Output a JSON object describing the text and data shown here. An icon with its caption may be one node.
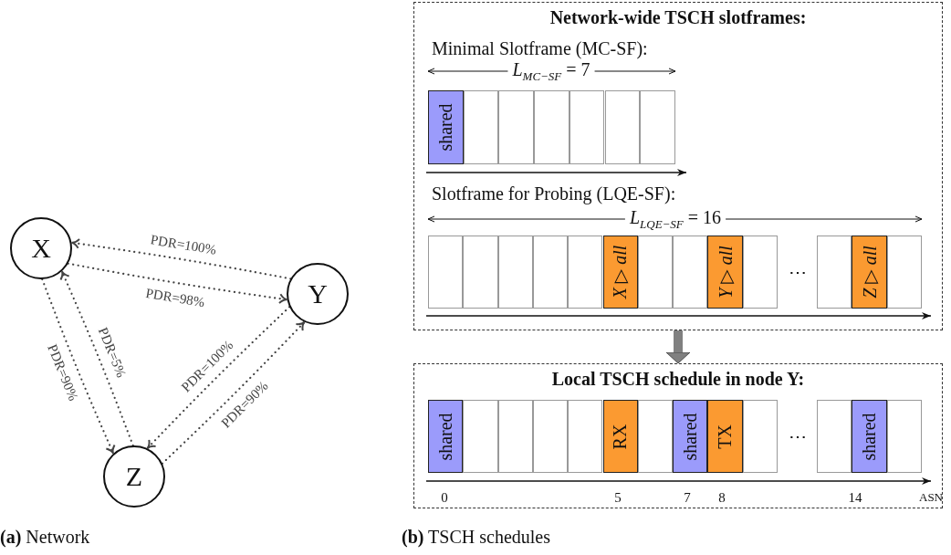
{
  "diagram": {
    "nodes": [
      {
        "text": [
          "X"
        ]
      },
      {
        "text": [
          "Y"
        ]
      },
      {
        "text": [
          "Z"
        ]
      },
      {
        "text": [
          "Network-wide TSCH slotframes:"
        ]
      },
      {
        "text": [
          "shared"
        ],
        "in": 3
      },
      {
        "text": [],
        "shape": "box",
        "in": 3
      },
      {
        "text": [],
        "shape": "box",
        "in": 3
      },
      {
        "text": [],
        "shape": "box",
        "in": 3
      },
      {
        "text": [],
        "shape": "box",
        "in": 3
      },
      {
        "text": [],
        "shape": "box",
        "in": 3
      },
      {
        "text": [],
        "shape": "box",
        "in": 3
      },
      {
        "text": [],
        "shape": "box",
        "in": 3
      },
      {
        "text": [],
        "shape": "box",
        "in": 3
      },
      {
        "text": [],
        "shape": "box",
        "in": 3
      },
      {
        "text": [],
        "shape": "box",
        "in": 3
      },
      {
        "text": [],
        "shape": "box",
        "in": 3
      },
      {
        "text": [
          "X ▷ all"
        ],
        "in": 3
      },
      {
        "text": [],
        "shape": "box",
        "in": 3
      },
      {
        "text": [],
        "shape": "box",
        "in": 3
      },
      {
        "text": [
          "Y ▷ all"
        ],
        "in": 3
      },
      {
        "text": [],
        "shape": "box",
        "in": 3
      },
      {
        "text": [],
        "shape": "box",
        "in": 3
      },
      {
        "text": [
          "Z ▷ all"
        ],
        "in": 3
      },
      {
        "text": [],
        "shape": "box",
        "in": 3
      },
      {
        "text": [
          "Local TSCH schedule in node Y:"
        ]
      },
      {
        "text": [
          "shared"
        ],
        "in": 24
      },
      {
        "text": [],
        "shape": "box",
        "in": 24
      },
      {
        "text": [],
        "shape": "box",
        "in": 24
      },
      {
        "text": [],
        "shape": "box",
        "in": 24
      },
      {
        "text": [],
        "shape": "box",
        "in": 24
      },
      {
        "text": [
          "RX"
        ],
        "in": 24
      },
      {
        "text": [],
        "shape": "box",
        "in": 24
      },
      {
        "text": [
          "shared"
        ],
        "in": 24
      },
      {
        "text": [
          "TX"
        ],
        "in": 24
      },
      {
        "text": [],
        "shape": "box",
        "in": 24
      },
      {
        "text": [],
        "shape": "box",
        "in": 24
      },
      {
        "text": [
          "shared"
        ],
        "in": 24
      },
      {
        "text": [],
        "shape": "box",
        "in": 24
      }
    ],
    "edges": [
      {
        "from": 1,
        "to": 0,
        "arrow": "to",
        "label": "PDR=100%",
        "style": "dashed"
      },
      {
        "from": 0,
        "to": 1,
        "arrow": "to",
        "label": "PDR=98%",
        "style": "dashed"
      },
      {
        "from": 0,
        "to": 2,
        "arrow": "to",
        "label": "PDR=90%",
        "style": "dashed"
      },
      {
        "from": 2,
        "to": 0,
        "arrow": "to",
        "label": "PDR=5%",
        "style": "dashed"
      },
      {
        "from": 1,
        "to": 2,
        "arrow": "to",
        "label": "PDR=100%",
        "style": "dashed"
      },
      {
        "from": 2,
        "to": 1,
        "arrow": "to",
        "label": "PDR=90%",
        "style": "dashed"
      },
      {
        "from": 3,
        "to": 24,
        "arrow": "to",
        "style": "thick",
        "color": "#808080"
      }
    ],
    "labels": [
      "Minimal Slotframe (MC-SF):",
      "*L*$_{MC−SF}$ = 7",
      "Slotframe for Probing (LQE-SF):",
      "*L*$_{LQE−SF}$ = 16",
      "⋯",
      "⋯",
      "0",
      "5",
      "7",
      "8",
      "14",
      "ASN",
      "**(a)** Network",
      "**(b)** TSCH schedules"
    ]
  }
}
